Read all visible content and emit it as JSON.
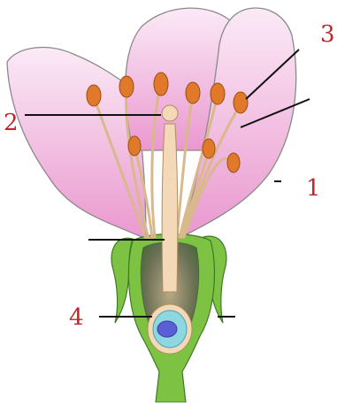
{
  "labels": {
    "label_1": "1",
    "label_2": "2",
    "label_3": "3",
    "label_4": "4"
  },
  "colors": {
    "label_text": "#c0272d",
    "petal_fill": "#f3c6e3",
    "petal_outline": "#8a8a8a",
    "stamen_filament": "#f0d3a6",
    "anther": "#e07a2a",
    "pistil": "#f3d9b8",
    "ovary_green": "#7dc243",
    "ovary_inner": "#6f7d5c",
    "ovule_cyan": "#8fd7e0",
    "nucleus_blue": "#5b5fd6",
    "pointer_lines": "#111111"
  }
}
